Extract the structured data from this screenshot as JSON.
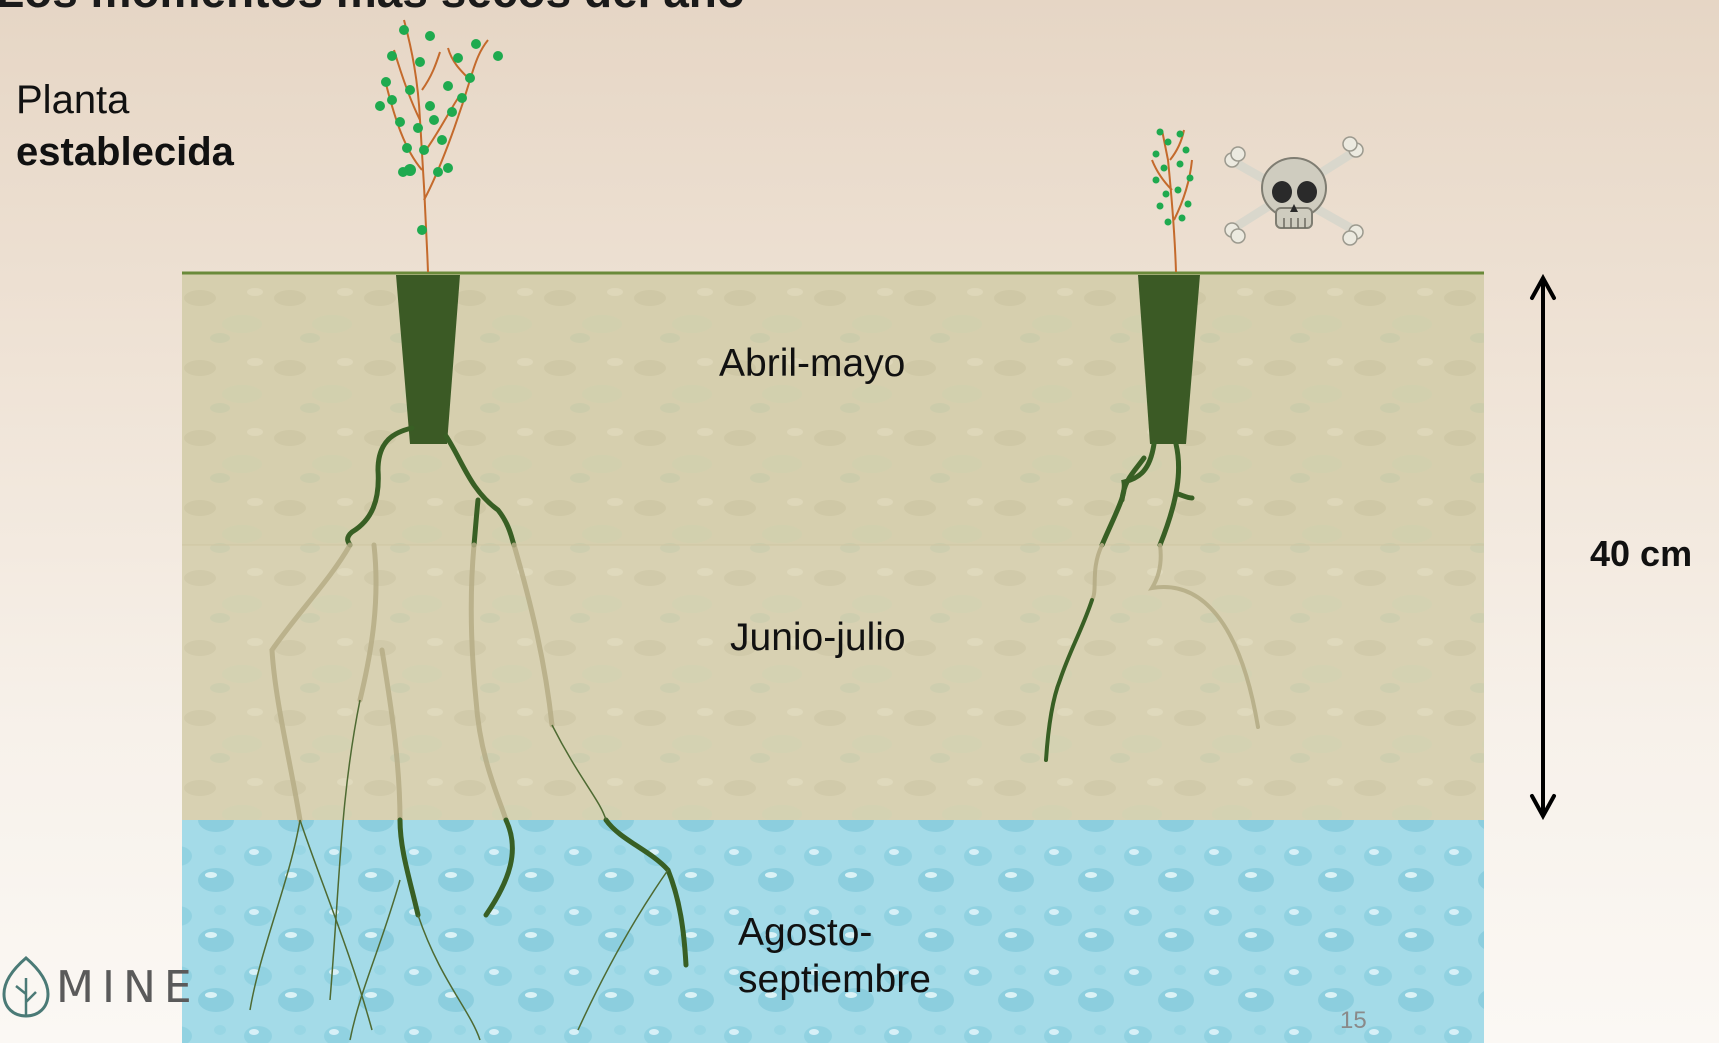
{
  "slide": {
    "title": "Los momentos más secos del año",
    "page_number": "15"
  },
  "plant_label": {
    "line1": "Planta",
    "line2": "establecida"
  },
  "seasons": [
    {
      "label": "Abril-mayo"
    },
    {
      "label": "Junio-julio"
    },
    {
      "label": "Agosto-\nseptiembre"
    }
  ],
  "depth_label": "40 cm",
  "logo": {
    "text": "MINE"
  },
  "colors": {
    "soil": "#d4ccaa",
    "water": "#a9dde8",
    "root_dark": "#385f24",
    "root_faded": "#b6ad86",
    "plug": "#3b5a25",
    "leaf": "#1faa4f",
    "stem": "#c46a2c",
    "ground_line": "#6a8a3a"
  },
  "icons": [
    "skull-crossbones-icon",
    "logo-leaf-icon"
  ]
}
